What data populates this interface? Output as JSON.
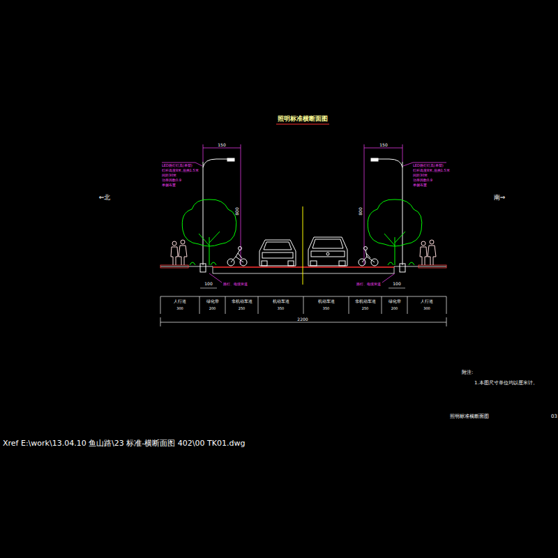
{
  "diagram": {
    "title": "照明标准横断面图",
    "labels": [
      "⇐北",
      "南⇒",
      "150",
      "150",
      "800",
      "800",
      "LED路灯灯具(单臂)",
      "灯杆高度8米,悬挑1.5米",
      "间距30米",
      "功率因数0.9",
      "单侧布置",
      "LED路灯灯具(单臂)",
      "灯杆高度8米,悬挑1.5米",
      "间距30米",
      "功率因数0.9",
      "单侧布置",
      "100",
      "100",
      "路灯、电缆管道",
      "路灯、电缆管道",
      "人行道",
      "绿化带",
      "非机动车道",
      "机动车道",
      "机动车道",
      "非机动车道",
      "绿化带",
      "人行道",
      "300",
      "200",
      "250",
      "350",
      "350",
      "250",
      "200",
      "300",
      "2200",
      "附注:",
      "1.本图尺寸单位均以厘米计。",
      "照明标准横断面图",
      "03",
      "Xref E:\\work\\13.04.10 鱼山路\\23 标准-横断面图 402\\00 TK01.dwg"
    ]
  }
}
